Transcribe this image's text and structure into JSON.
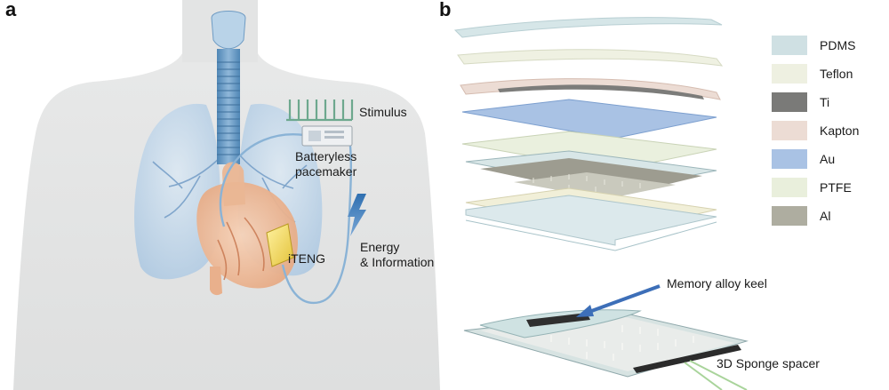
{
  "panel_a": {
    "label": "a",
    "callouts": {
      "stimulus": "Stimulus",
      "pacemaker_line1": "Batteryless",
      "pacemaker_line2": "pacemaker",
      "iteng": "iTENG",
      "energy_line1": "Energy",
      "energy_line2": "& Information"
    }
  },
  "panel_b": {
    "label": "b",
    "legend": [
      {
        "label": "PDMS",
        "color": "#cfe0e3"
      },
      {
        "label": "Teflon",
        "color": "#eef0e1"
      },
      {
        "label": "Ti",
        "color": "#7a7a78"
      },
      {
        "label": "Kapton",
        "color": "#ecdcd4"
      },
      {
        "label": "Au",
        "color": "#a9c2e4"
      },
      {
        "label": "PTFE",
        "color": "#e9efdc"
      },
      {
        "label": "Al",
        "color": "#aeada0"
      }
    ],
    "callouts": {
      "keel": "Memory alloy keel",
      "sponge": "3D Sponge spacer"
    }
  }
}
